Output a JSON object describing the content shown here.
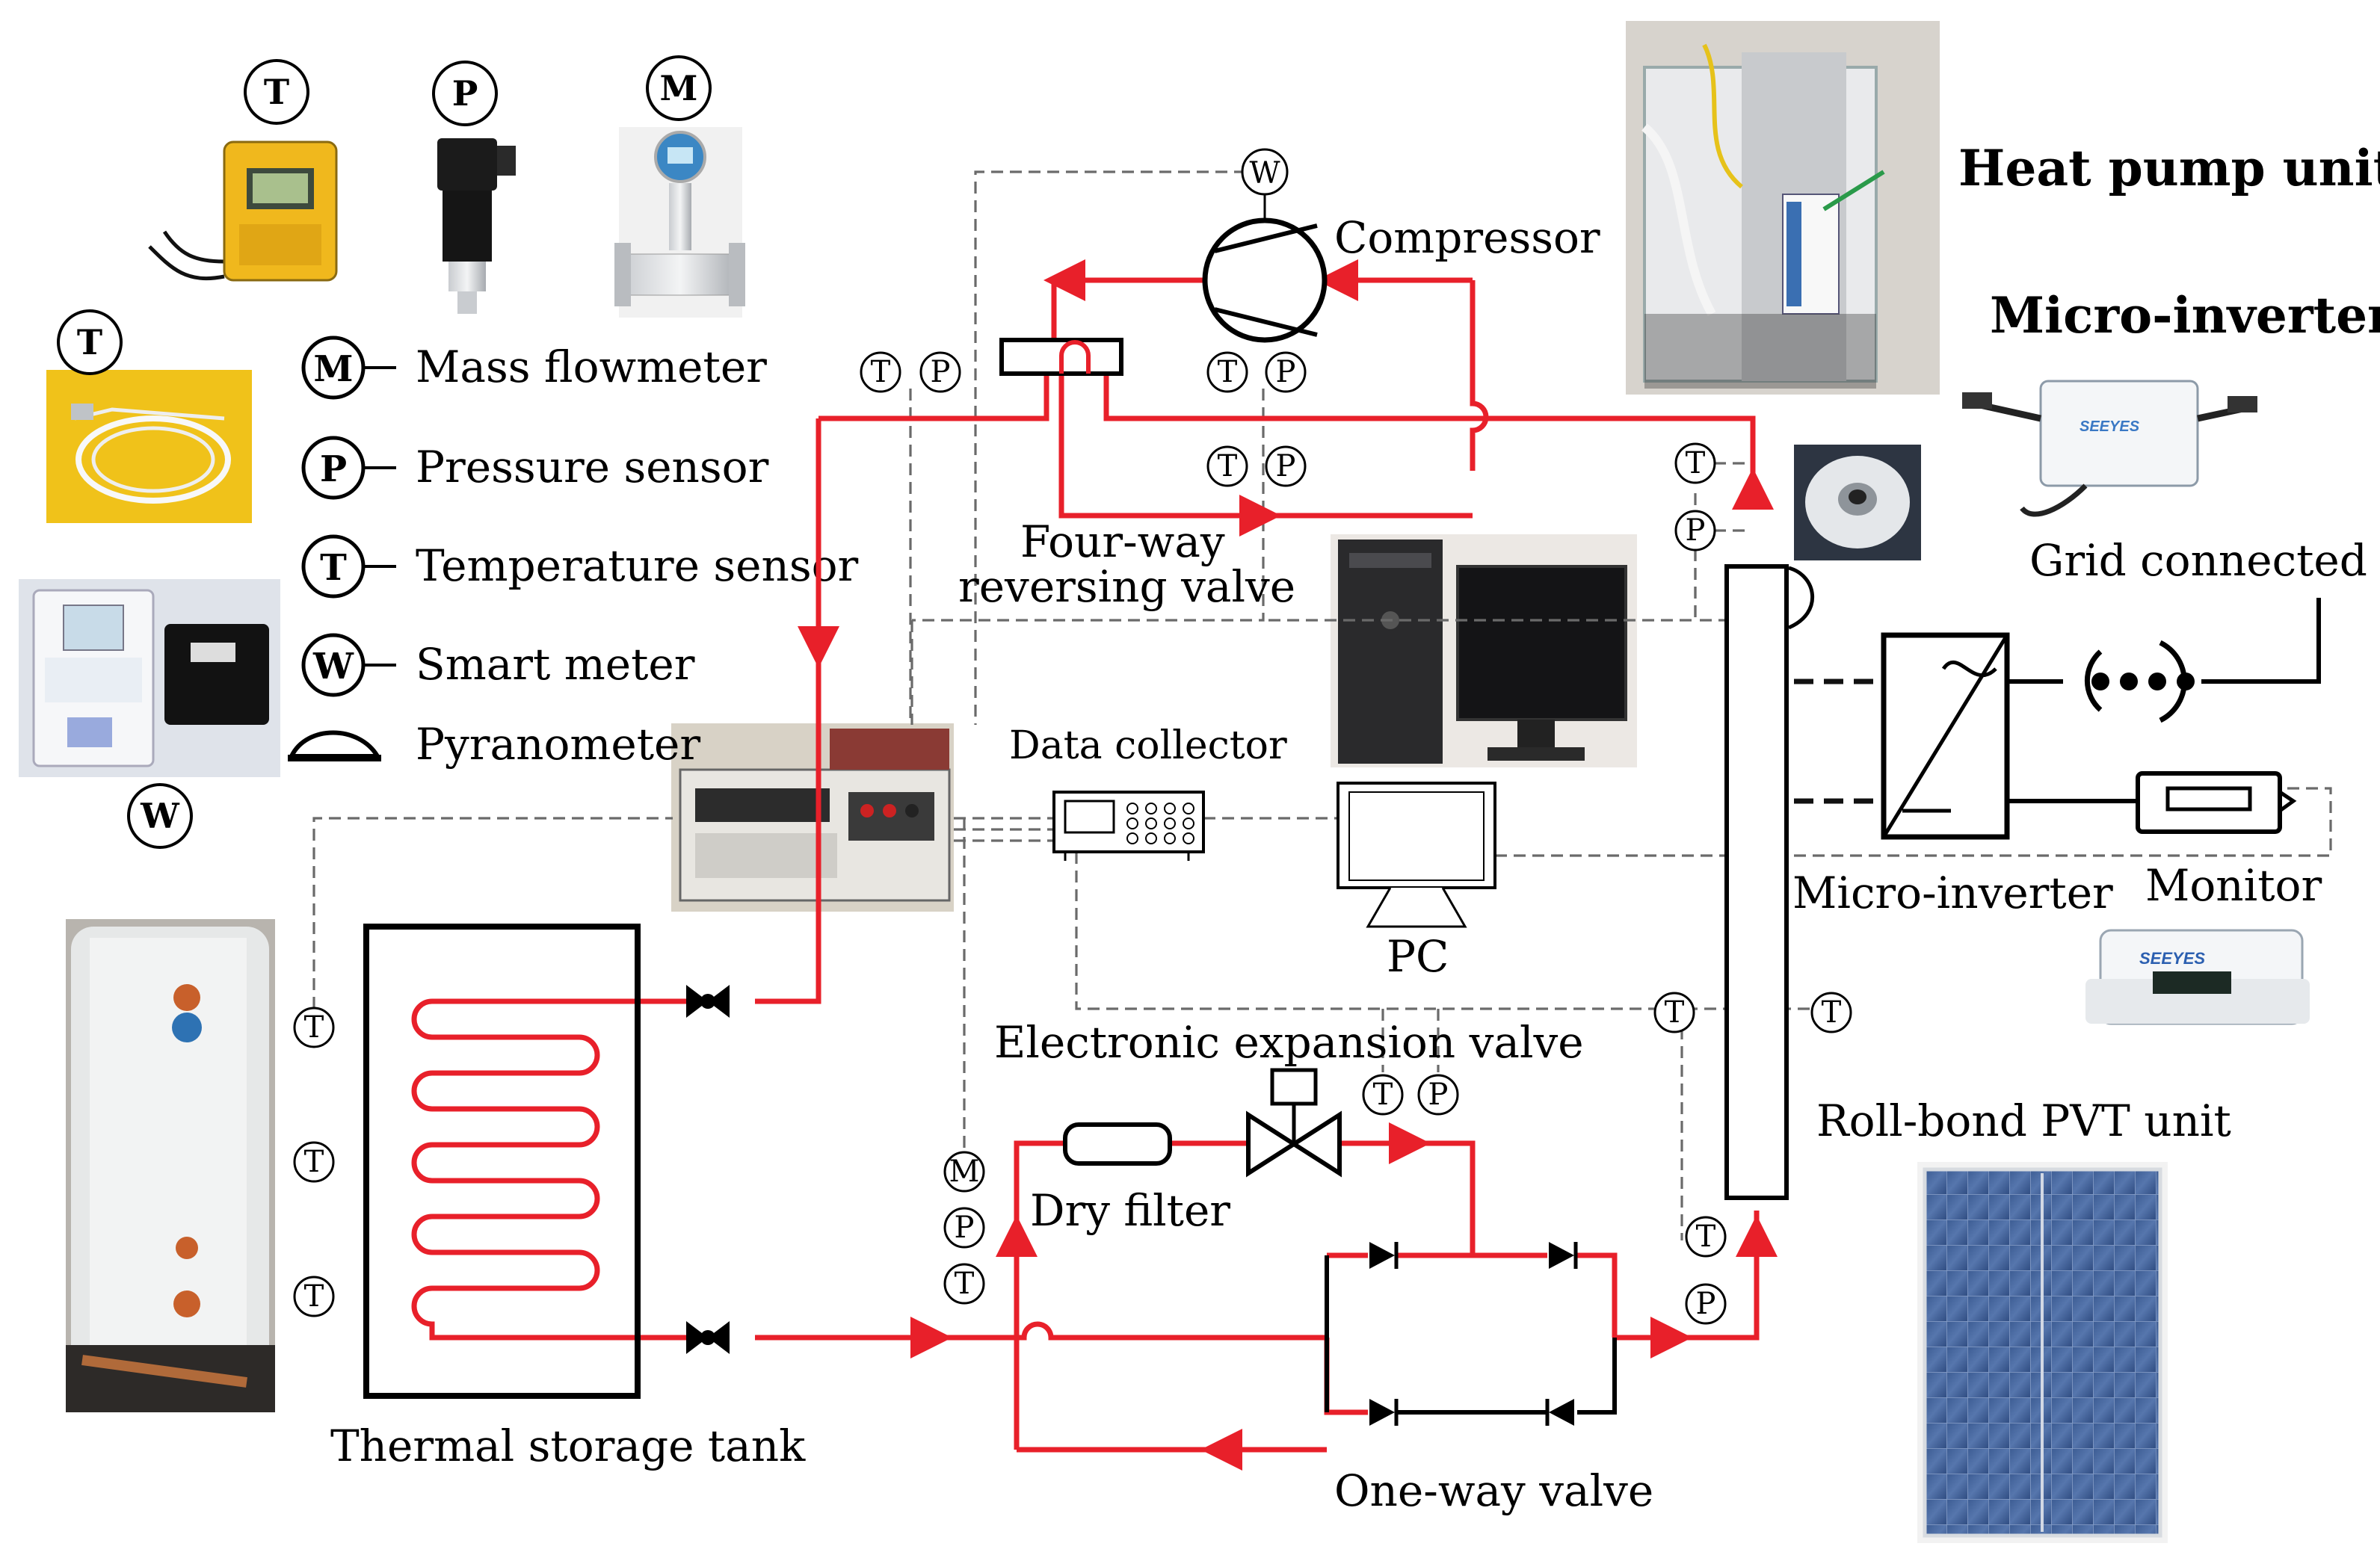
{
  "legend": {
    "items": [
      {
        "symbol": "M",
        "label": "Mass flowmeter"
      },
      {
        "symbol": "P",
        "label": "Pressure sensor"
      },
      {
        "symbol": "T",
        "label": "Temperature sensor"
      },
      {
        "symbol": "W",
        "label": "Smart meter"
      },
      {
        "symbol": "",
        "label": "Pyranometer"
      }
    ]
  },
  "photo_tags": {
    "temp_logger": "T",
    "pressure": "P",
    "flowmeter": "M",
    "thermocouple": "T",
    "smart_meter": "W"
  },
  "components": {
    "compressor": "Compressor",
    "four_way_valve": "Four-way\nreversing valve",
    "data_collector": "Data collector",
    "pc": "PC",
    "eev": "Electronic expansion valve",
    "dry_filter": "Dry filter",
    "one_way_valve": "One-way valve",
    "tank": "Thermal storage tank",
    "micro_inverter": "Micro-inverter",
    "monitor": "Monitor",
    "grid": "Grid connected",
    "pvt": "Roll-bond PVT unit"
  },
  "headings": {
    "heat_pump": "Heat pump unit",
    "micro_inverter": "Micro-inverter"
  },
  "photo_text": {
    "brand": "SEEYES"
  },
  "sensor_letters": {
    "T": "T",
    "P": "P",
    "M": "M",
    "W": "W"
  },
  "colors": {
    "refrigerant_pipe": "#e8202a",
    "water_pipe": "#000000",
    "signal_line": "#6a6a6a"
  }
}
